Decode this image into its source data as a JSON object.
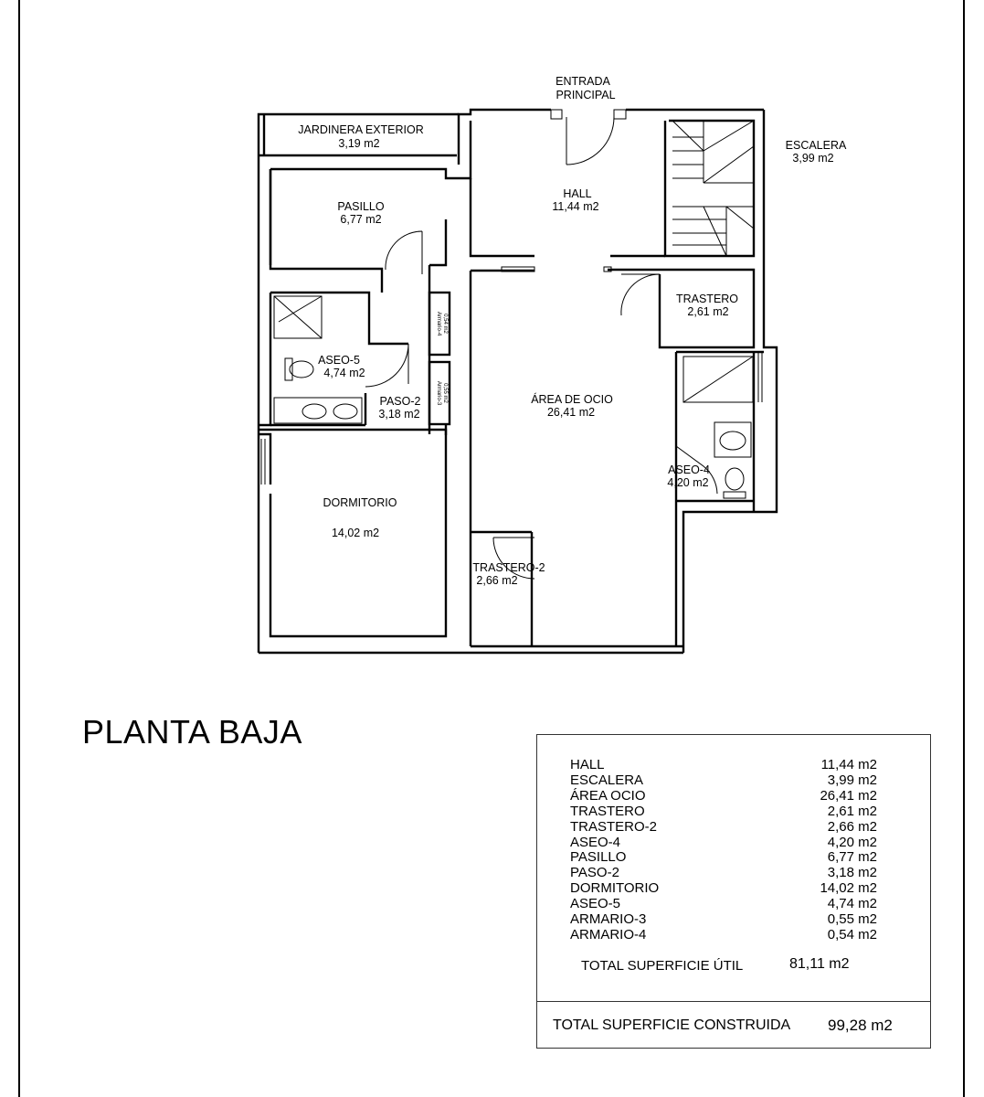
{
  "plan": {
    "title": "PLANTA BAJA",
    "entrance_line1": "ENTRADA",
    "entrance_line2": "PRINCIPAL",
    "rooms": [
      {
        "key": "jardinera",
        "name": "JARDINERA EXTERIOR",
        "area": "3,19 m2"
      },
      {
        "key": "escalera",
        "name": "ESCALERA",
        "area": "3,99 m2"
      },
      {
        "key": "hall",
        "name": "HALL",
        "area": "11,44 m2"
      },
      {
        "key": "pasillo",
        "name": "PASILLO",
        "area": "6,77 m2"
      },
      {
        "key": "trastero",
        "name": "TRASTERO",
        "area": "2,61 m2"
      },
      {
        "key": "aseo5",
        "name": "ASEO-5",
        "area": "4,74 m2"
      },
      {
        "key": "paso2",
        "name": "PASO-2",
        "area": "3,18 m2"
      },
      {
        "key": "area_ocio",
        "name": "ÁREA DE OCIO",
        "area": "26,41 m2"
      },
      {
        "key": "aseo4",
        "name": "ASEO-4",
        "area": "4,20 m2"
      },
      {
        "key": "dormitorio",
        "name": "DORMITORIO",
        "area": "14,02 m2"
      },
      {
        "key": "trastero2",
        "name": "TRASTERO-2",
        "area": "2,66 m2"
      }
    ],
    "armario4_label": "Armario-4",
    "armario4_area": "0,54 m2",
    "armario3_label": "Armario-3",
    "armario3_area": "0,55 m2"
  },
  "summary": {
    "rows": [
      {
        "name": "HALL",
        "value": "11,44 m2"
      },
      {
        "name": "ESCALERA",
        "value": "3,99 m2"
      },
      {
        "name": "ÁREA OCIO",
        "value": "26,41 m2"
      },
      {
        "name": "TRASTERO",
        "value": "2,61 m2"
      },
      {
        "name": "TRASTERO-2",
        "value": "2,66 m2"
      },
      {
        "name": "ASEO-4",
        "value": "4,20 m2"
      },
      {
        "name": "PASILLO",
        "value": "6,77 m2"
      },
      {
        "name": "PASO-2",
        "value": "3,18 m2"
      },
      {
        "name": "DORMITORIO",
        "value": "14,02 m2"
      },
      {
        "name": "ASEO-5",
        "value": "4,74 m2"
      },
      {
        "name": "ARMARIO-3",
        "value": "0,55 m2"
      },
      {
        "name": "ARMARIO-4",
        "value": "0,54 m2"
      }
    ],
    "util_label": "TOTAL SUPERFICIE ÚTIL",
    "util_value": "81,11 m2",
    "built_label": "TOTAL SUPERFICIE CONSTRUIDA",
    "built_value": "99,28 m2"
  }
}
